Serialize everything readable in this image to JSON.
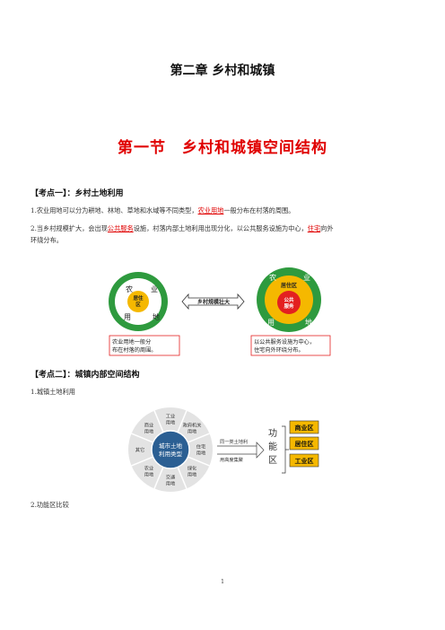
{
  "chapter_title": "第二章 乡村和城镇",
  "section_title": "第一节　乡村和城镇空间结构",
  "point1": {
    "heading": "【考点一】：乡村土地利用",
    "p1_a": "1.农业用地可以分为耕地、林地、草地和水域等不同类型，",
    "p1_hl": "农业用地",
    "p1_b": "一般分布在村落的周围。",
    "p2_a": "2.当乡村规模扩大，会出现",
    "p2_hl1": "公共服务",
    "p2_b": "设施，村落内部土地利用出现分化，以公共服务设施为中心，",
    "p2_hl2": "住宅",
    "p2_c": "向外",
    "p2_d": "环绕分布。"
  },
  "diagram1": {
    "left_nong": "农",
    "left_ye": "业",
    "left_yong": "用",
    "left_di": "地",
    "left_center1": "居住",
    "left_center2": "区",
    "arrow_label": "乡村规模壮大",
    "right_nong": "农",
    "right_ye": "业",
    "right_yong": "用",
    "right_di": "地",
    "right_mid": "居住区",
    "right_center1": "公共",
    "right_center2": "服务",
    "left_note1": "农业用地一般分",
    "left_note2": "布在村落的周围。",
    "right_note1": "以公共服务设施为中心，",
    "right_note2": "住宅向外环绕分布。",
    "colors": {
      "outer": "#2e9a3e",
      "mid": "#f5b800",
      "core": "#e32020"
    }
  },
  "point2": {
    "heading": "【考点二】：城镇内部空间结构",
    "item1": "1.城镇土地利用",
    "item2": "2.功能区比较"
  },
  "diagram2": {
    "center1": "城市土地",
    "center2": "利用类型",
    "segments": [
      [
        "工业",
        "用地"
      ],
      [
        "政府机关",
        "用地"
      ],
      [
        "住宅",
        "用地"
      ],
      [
        "绿化",
        "用地"
      ],
      [
        "交通",
        "用地"
      ],
      [
        "农业",
        "用地"
      ],
      [
        "其它",
        ""
      ],
      [
        "商业",
        "用地"
      ]
    ],
    "arrow_top": "同一类土地利",
    "arrow_bottom": "用高度集聚",
    "func_chars": [
      "功",
      "能",
      "区"
    ],
    "zones": [
      "商业区",
      "居住区",
      "工业区"
    ],
    "zone_color": "#f5b800"
  },
  "page_number": "1"
}
